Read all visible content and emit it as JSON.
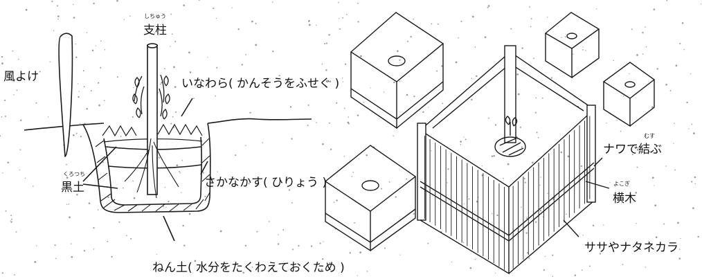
{
  "left_panel": {
    "windbreak_label": "風よけ",
    "stake_label": "支柱",
    "stake_ruby": "しちゅう",
    "straw_label": "いなわら( かんそうをふせぐ )",
    "black_soil_label": "黒土",
    "black_soil_ruby": "くろつち",
    "fish_meal_label": "さかなかす( ひりょう )",
    "clay_label": "ねん土( 水分をたくわえておくため )"
  },
  "right_panel": {
    "tie_label": "ナワで結ぶ",
    "tie_ruby": "むす",
    "crossbar_label": "横木",
    "crossbar_ruby": "よこぎ",
    "fence_material_label": "ササやナタネカラ"
  },
  "colors": {
    "ink": "#1a1a1a",
    "paper": "#ffffff",
    "dots": "#9a9a9a"
  }
}
